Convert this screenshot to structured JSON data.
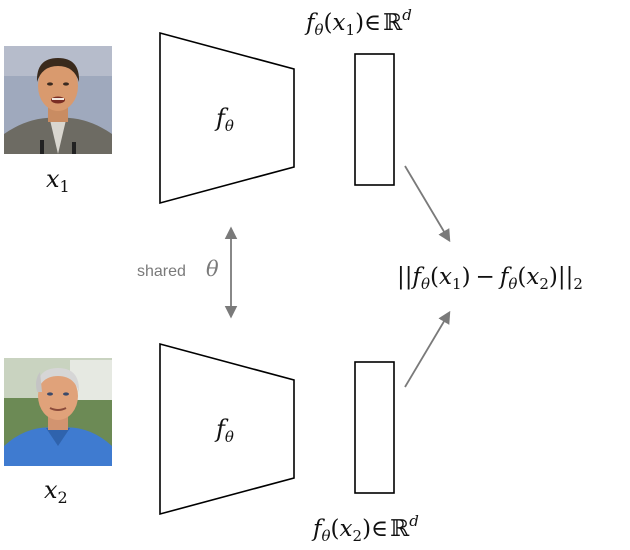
{
  "inputs": {
    "top": {
      "var": "x",
      "sub": "1",
      "photo": "face-portrait-man-dark-hair"
    },
    "bottom": {
      "var": "x",
      "sub": "2",
      "photo": "face-portrait-man-gray-hair"
    }
  },
  "encoder": {
    "func": "f",
    "param": "θ"
  },
  "embedding": {
    "top": {
      "func": "f",
      "param": "θ",
      "open": "(",
      "var": "x",
      "sub": "1",
      "close": ")",
      "in": "∈",
      "space": "ℝ",
      "dim": "d"
    },
    "bottom": {
      "func": "f",
      "param": "θ",
      "open": "(",
      "var": "x",
      "sub": "2",
      "close": ")",
      "in": "∈",
      "space": "ℝ",
      "dim": "d"
    }
  },
  "shared": {
    "word": "shared",
    "param": "θ"
  },
  "distance": {
    "open_norm": "||",
    "func": "f",
    "param": "θ",
    "open": "(",
    "var": "x",
    "sub1": "1",
    "close": ")",
    "minus": "−",
    "sub2": "2",
    "close_norm": ")||",
    "norm_sub": "2"
  },
  "colors": {
    "arrow": "#7a7a7a",
    "shared_text": "#7a7a7a",
    "stroke": "#000000",
    "photo_top_bg": "#9fa9bd",
    "photo_top_suit": "#6d6b63",
    "photo_bottom_bg": "#6c8a55",
    "photo_bottom_shirt": "#3f7bd0",
    "skin": "#e0a27a"
  }
}
